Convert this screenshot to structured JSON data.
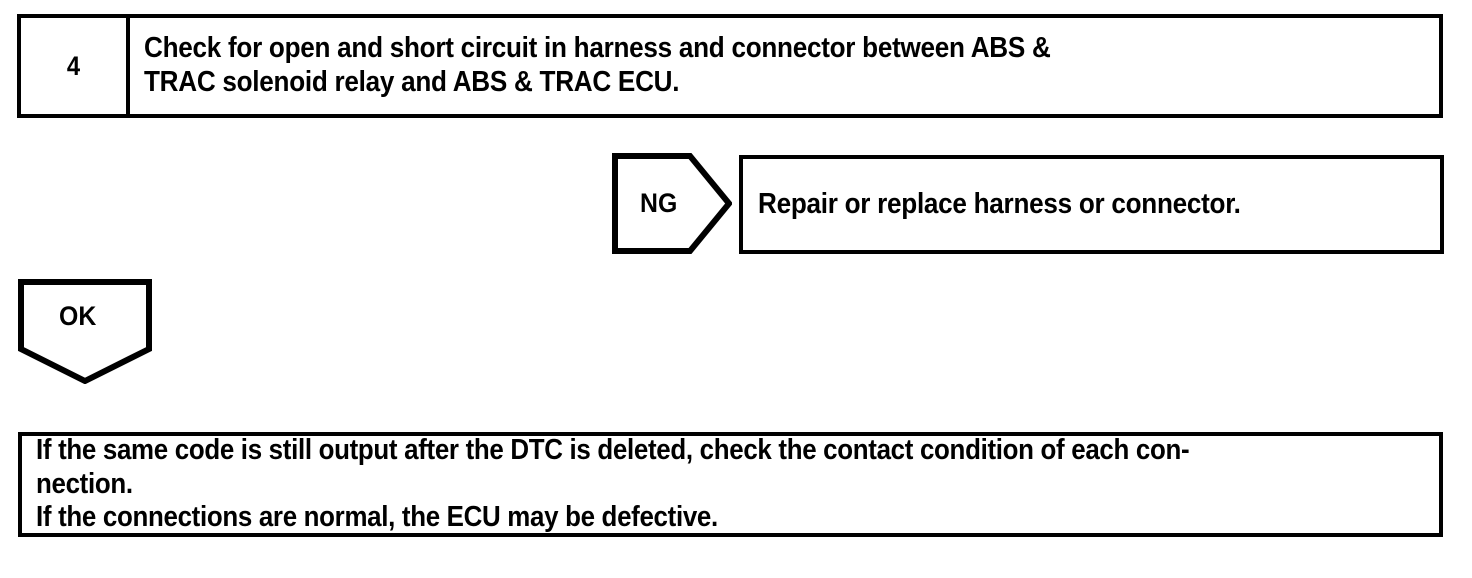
{
  "diagram": {
    "type": "automotive-diagnostic-flowchart",
    "colors": {
      "line": "#000000",
      "background": "#ffffff",
      "text": "#000000"
    },
    "step": {
      "number": "4",
      "instruction_line_1": "Check for open and short circuit in harness and connector between ABS &",
      "instruction_line_2": "TRAC solenoid relay and ABS & TRAC ECU."
    },
    "ng_branch": {
      "label": "NG",
      "result": "Repair or replace harness or connector."
    },
    "ok_branch": {
      "label": "OK"
    },
    "note": {
      "line_1": "If the same code is still output after the DTC is deleted, check the contact condition of each con-",
      "line_2": "nection.",
      "line_3": "If the connections are normal, the ECU may be defective."
    }
  }
}
